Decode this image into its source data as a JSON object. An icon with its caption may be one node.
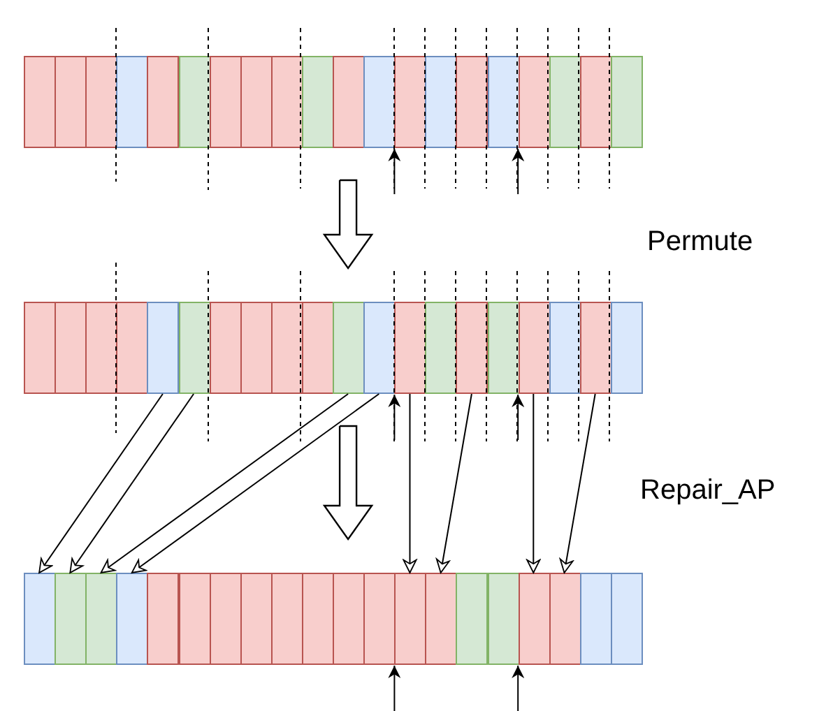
{
  "diagram": {
    "nodes": [
      {
        "text": [],
        "shape": "box"
      },
      {
        "text": [],
        "shape": "box"
      },
      {
        "text": [],
        "shape": "box"
      },
      {
        "text": [],
        "shape": "box"
      },
      {
        "text": [],
        "shape": "box"
      },
      {
        "text": [],
        "shape": "box"
      },
      {
        "text": [],
        "shape": "box"
      },
      {
        "text": [],
        "shape": "box"
      },
      {
        "text": [],
        "shape": "box"
      },
      {
        "text": [],
        "shape": "box"
      },
      {
        "text": [],
        "shape": "box"
      },
      {
        "text": [],
        "shape": "box"
      },
      {
        "text": [],
        "shape": "box"
      },
      {
        "text": [],
        "shape": "box"
      },
      {
        "text": [],
        "shape": "box"
      },
      {
        "text": [],
        "shape": "box"
      },
      {
        "text": [],
        "shape": "box"
      },
      {
        "text": [],
        "shape": "box"
      },
      {
        "text": [],
        "shape": "box"
      },
      {
        "text": [],
        "shape": "box"
      },
      {
        "text": [],
        "shape": "box"
      },
      {
        "text": [],
        "shape": "box"
      },
      {
        "text": [],
        "shape": "box"
      },
      {
        "text": [],
        "shape": "box"
      },
      {
        "text": [],
        "shape": "box"
      },
      {
        "text": [],
        "shape": "box"
      },
      {
        "text": [],
        "shape": "box"
      },
      {
        "text": [],
        "shape": "box"
      },
      {
        "text": [],
        "shape": "box"
      },
      {
        "text": [],
        "shape": "box"
      },
      {
        "text": [],
        "shape": "box"
      },
      {
        "text": [],
        "shape": "box"
      },
      {
        "text": [],
        "shape": "box"
      },
      {
        "text": [],
        "shape": "box"
      },
      {
        "text": [],
        "shape": "box"
      },
      {
        "text": [],
        "shape": "box"
      },
      {
        "text": [],
        "shape": "box"
      },
      {
        "text": [],
        "shape": "box"
      },
      {
        "text": [],
        "shape": "box"
      },
      {
        "text": [],
        "shape": "box"
      },
      {
        "text": [],
        "shape": "box"
      },
      {
        "text": [],
        "shape": "box"
      },
      {
        "text": [],
        "shape": "box"
      },
      {
        "text": [],
        "shape": "box"
      },
      {
        "text": [],
        "shape": "box"
      },
      {
        "text": [],
        "shape": "box"
      },
      {
        "text": [],
        "shape": "box"
      },
      {
        "text": [],
        "shape": "box"
      },
      {
        "text": [],
        "shape": "box"
      },
      {
        "text": [],
        "shape": "box"
      },
      {
        "text": [],
        "shape": "box"
      },
      {
        "text": [],
        "shape": "box"
      },
      {
        "text": [],
        "shape": "box"
      },
      {
        "text": [],
        "shape": "box"
      },
      {
        "text": [],
        "shape": "box"
      },
      {
        "text": [],
        "shape": "box"
      },
      {
        "text": [],
        "shape": "box"
      },
      {
        "text": [],
        "shape": "box"
      },
      {
        "text": [],
        "shape": "box"
      },
      {
        "text": [],
        "shape": "box"
      }
    ],
    "edges": [
      {
        "from": null,
        "to": 12,
        "arrow": "to"
      },
      {
        "from": null,
        "to": 16,
        "arrow": "to"
      },
      {
        "from": null,
        "to": 32,
        "arrow": "to"
      },
      {
        "from": null,
        "to": 36,
        "arrow": "to"
      },
      {
        "from": null,
        "to": 52,
        "arrow": "to"
      },
      {
        "from": null,
        "to": 56,
        "arrow": "to"
      },
      {
        "from": 24,
        "to": 40,
        "arrow": "to"
      },
      {
        "from": 25,
        "to": 41,
        "arrow": "to"
      },
      {
        "from": 30,
        "to": 42,
        "arrow": "to"
      },
      {
        "from": 31,
        "to": 43,
        "arrow": "to"
      },
      {
        "from": 32,
        "to": 52,
        "arrow": "to"
      },
      {
        "from": 34,
        "to": 53,
        "arrow": "to"
      },
      {
        "from": 36,
        "to": 56,
        "arrow": "to"
      },
      {
        "from": 38,
        "to": 57,
        "arrow": "to"
      },
      {
        "from": 10,
        "to": 30,
        "arrow": "to",
        "style": "thick"
      },
      {
        "from": 30,
        "to": 50,
        "arrow": "to",
        "style": "thick"
      }
    ],
    "labels": [
      "Permute",
      "Repair_AP"
    ]
  }
}
